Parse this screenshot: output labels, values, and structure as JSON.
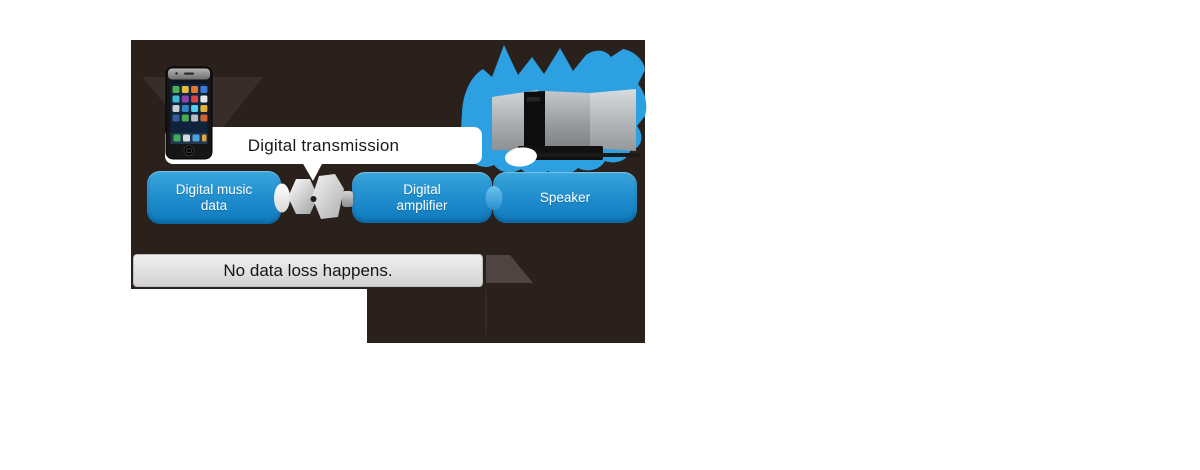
{
  "diagram": {
    "title_callout": "Digital transmission",
    "bottom_callout": "No data loss happens.",
    "nodes": [
      {
        "id": "digital-music-data",
        "line1": "Digital music",
        "line2": "data"
      },
      {
        "id": "digital-amplifier",
        "line1": "Digital",
        "line2": "amplifier"
      },
      {
        "id": "speaker",
        "label": "Speaker"
      }
    ],
    "icons": {
      "smartphone": "smartphone-image",
      "speaker_system": "speaker-system-image",
      "sound_splash": "sound-splash-shape",
      "digital_signal": "digital-signal-icon",
      "flow_arrow": "flow-arrow-shape",
      "callout_pointer": "pointer-triangle"
    },
    "colors": {
      "panel_bg": "#2a201c",
      "node_blue_top": "#3aa6dd",
      "node_blue_bottom": "#0f7abd",
      "splash_blue": "#2da0e2",
      "callout_bg": "#ffffff",
      "banner_bg": "#e2e2e2",
      "arrow": "#4e4543",
      "text_dark": "#1a1a1a",
      "text_light": "#ffffff"
    }
  }
}
